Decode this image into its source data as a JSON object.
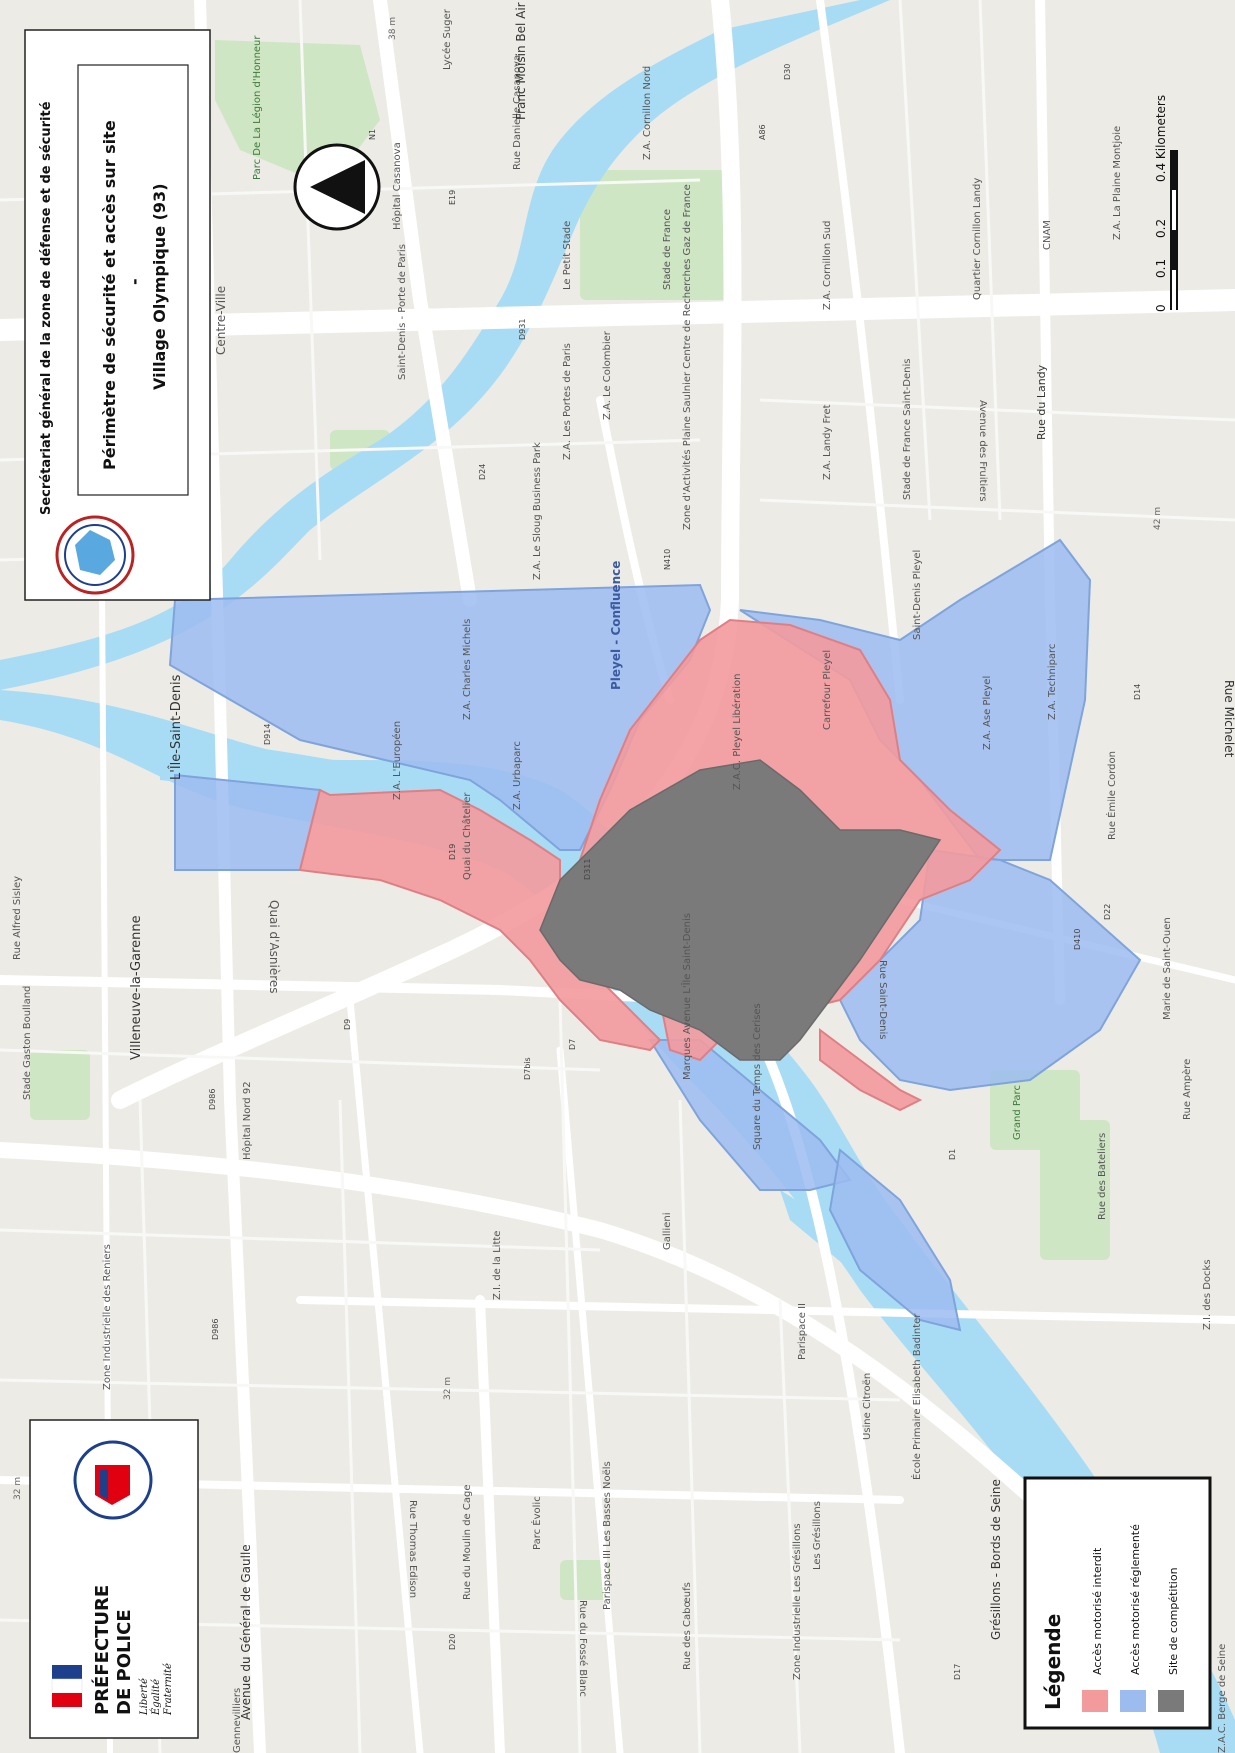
{
  "header": {
    "organization": "Secrétariat général de la zone de défense et de sécurité",
    "title_line1": "Périmètre de sécurité et accès sur site",
    "title_dash": "-",
    "title_line2": "Village Olympique (93)"
  },
  "legend": {
    "title": "Légende",
    "items": [
      {
        "label": "Accès motorisé interdit",
        "color": "#f39a9d"
      },
      {
        "label": "Accès motorisé réglementé",
        "color": "#9cbcf0"
      },
      {
        "label": "Site de compétition",
        "color": "#7a7a7a"
      }
    ]
  },
  "scale_bar": {
    "ticks": [
      "0",
      "0.1",
      "0.2",
      "0.4 Kilometers"
    ]
  },
  "logo": {
    "line1": "PRÉFECTURE",
    "line2": "DE POLICE",
    "motto": [
      "Liberté",
      "Égalité",
      "Fraternité"
    ]
  },
  "colors": {
    "restricted": "#9cbcf0",
    "forbidden": "#f39a9d",
    "competition": "#7a7a7a",
    "water": "#a8dcf5",
    "land": "#ecebe6",
    "road": "#ffffff"
  },
  "places": [
    "Pleyel - Confluence",
    "Z.A. Charles Michels",
    "Z.A. L'Européen",
    "Z.A. Urbaparc",
    "Z.A.C. Pleyel Libération",
    "Carrefour Pleyel",
    "Z.A. Ase Pleyel",
    "Z.A. Techniparc",
    "Saint-Denis Pleyel",
    "Marques Avenue L'Île Saint-Denis",
    "Square du Temps des Cerises",
    "L'Île-Saint-Denis",
    "Villeneuve-la-Garenne",
    "Hôpital Nord 92",
    "Zone Industrielle des Reniers",
    "Stade Gaston Boulland",
    "Centre-Ville",
    "Stade de France",
    "Le Petit Stade",
    "Z.A. Cornillon Nord",
    "Z.A. Cornillon Sud",
    "Z.A. Le Colombier",
    "Z.A. Les Portes de Paris",
    "Z.A. Le Sloug Business Park",
    "Z.A. Landy Fret",
    "Quartier Cornillon Landy",
    "CNAM",
    "Z.A. La Plaine Montjoie",
    "Rue du Landy",
    "Avenue des Fruitiers",
    "Rue Émile Cordon",
    "Grand Parc",
    "Rue des Bateliers",
    "Z.I. des Docks",
    "Parispace II",
    "Usine Citroën",
    "École Primaire Elisabeth Badinter",
    "Gallieni",
    "Z.I. de la Litte",
    "Parc Évolic",
    "Rue du Moulin de Cage",
    "Rue Thomas Edison",
    "Avenue du Général de Gaulle",
    "Gennevilliers",
    "Grésillons - Bords de Seine",
    "Zone Industrielle Les Grésillons",
    "Les Grésillons",
    "Parispace III Les Basses Noëls",
    "Rue des Cabœufs",
    "Rue du Fossé Blanc",
    "Quai d'Asnières",
    "Quai du Châtelier",
    "Rue Danielle Casanova",
    "Franc Moisin Bel Air - Stade de France",
    "Lycée Suger",
    "Hôpital Casanova",
    "Parc De La Légion d'Honneur",
    "Saint-Denis - Porte de Paris",
    "Zone d'Activités Plaine Saulnier Centre de Recherches Gaz de France",
    "Stade de France Saint-Denis",
    "Marie de Saint-Ouen",
    "Rue Saint-Denis",
    "Rue Michelet",
    "Rue Ampère",
    "Rue Alfred Sisley",
    "Z.A.C. Berge de Seine"
  ],
  "roads": [
    "N1",
    "E19",
    "D931",
    "D24",
    "N410",
    "D914",
    "D19",
    "D7",
    "D9",
    "D986",
    "D20",
    "D22",
    "D410",
    "D14",
    "D1",
    "D30",
    "A86",
    "D986",
    "D17",
    "D7bis",
    "D311"
  ],
  "elevations": [
    "38 m",
    "42 m",
    "32 m",
    "32 m"
  ]
}
